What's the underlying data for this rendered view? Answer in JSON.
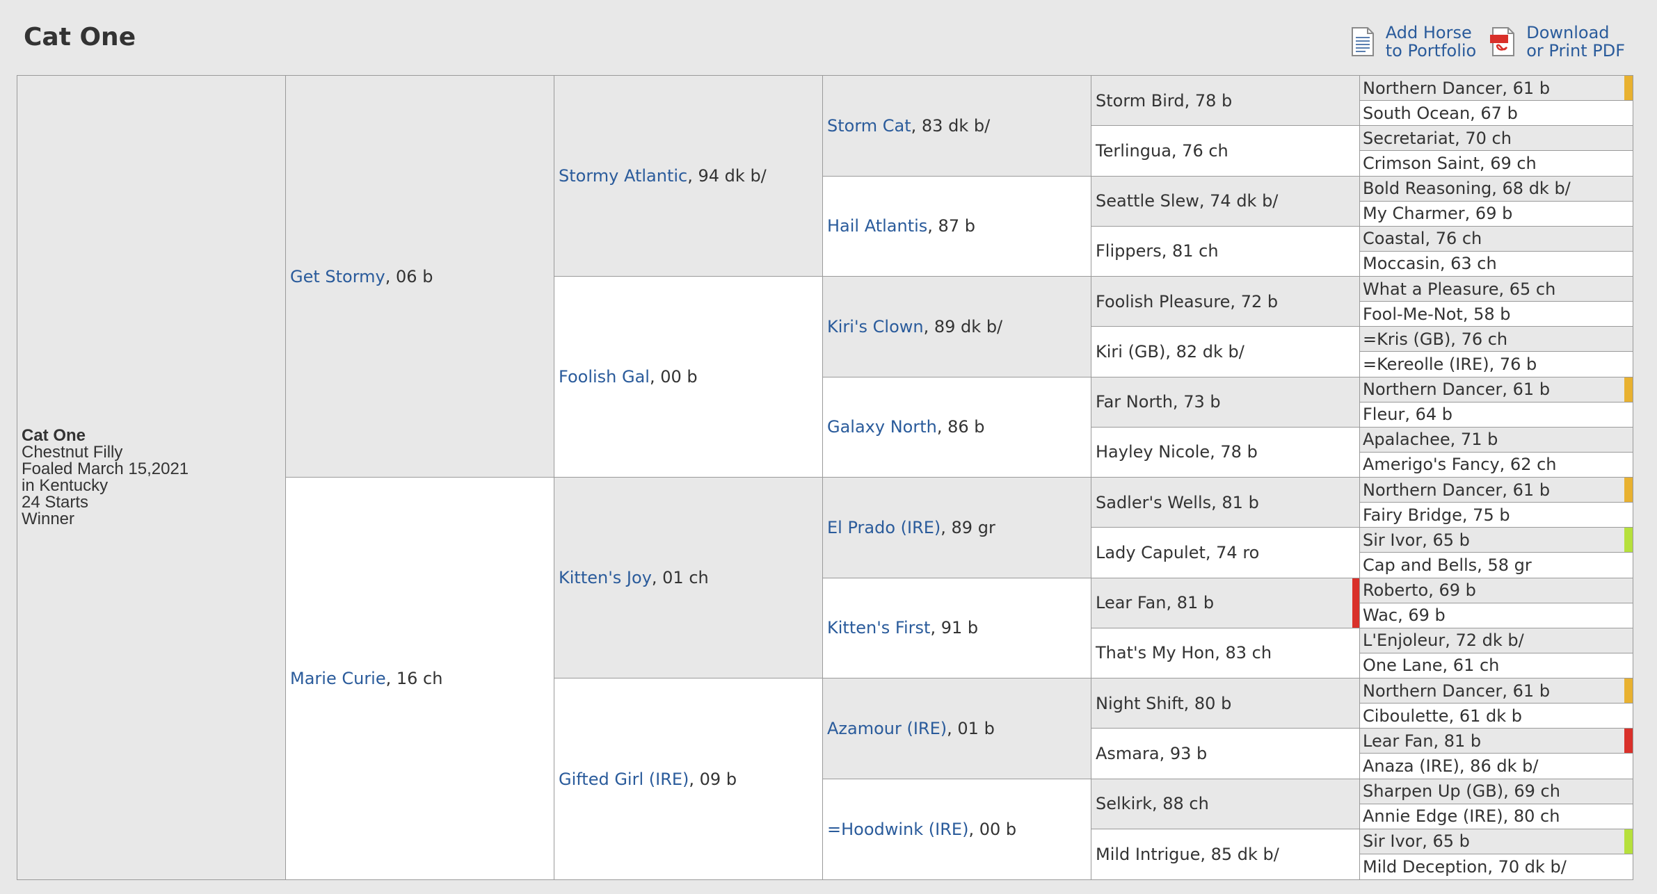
{
  "page": {
    "title": "Cat One"
  },
  "actions": [
    {
      "line1": "Add Horse",
      "line2": "to Portfolio",
      "icon": "document-list-icon"
    },
    {
      "line1": "Download",
      "line2": "or Print PDF",
      "icon": "pdf-icon"
    }
  ],
  "subject": {
    "name": "Cat One",
    "lines": [
      "Chestnut Filly",
      "Foaled March 15,2021",
      "in Kentucky",
      "24 Starts",
      "Winner"
    ]
  },
  "colors": {
    "orange": "#e8b130",
    "red": "#d9302a",
    "green": "#b6e03c",
    "link": "#2a5b9b"
  },
  "gen1": [
    {
      "name": "Get Stormy",
      "info": ", 06 b"
    },
    {
      "name": "Marie Curie",
      "info": ", 16 ch"
    }
  ],
  "gen2": [
    {
      "name": "Stormy Atlantic",
      "info": ", 94 dk b/"
    },
    {
      "name": "Foolish Gal",
      "info": ", 00 b"
    },
    {
      "name": "Kitten's Joy",
      "info": ", 01 ch"
    },
    {
      "name": "Gifted Girl (IRE)",
      "info": ", 09 b"
    }
  ],
  "gen3": [
    {
      "name": "Storm Cat",
      "info": ", 83 dk b/"
    },
    {
      "name": "Hail Atlantis",
      "info": ", 87 b"
    },
    {
      "name": "Kiri's Clown",
      "info": ", 89 dk b/"
    },
    {
      "name": "Galaxy North",
      "info": ", 86 b"
    },
    {
      "name": "El Prado (IRE)",
      "info": ", 89 gr"
    },
    {
      "name": "Kitten's First",
      "info": ", 91 b"
    },
    {
      "name": "Azamour (IRE)",
      "info": ", 01 b"
    },
    {
      "name": "=Hoodwink (IRE)",
      "info": ", 00 b"
    }
  ],
  "gen4": [
    "Storm Bird, 78 b",
    "Terlingua, 76 ch",
    "Seattle Slew, 74 dk b/",
    "Flippers, 81 ch",
    "Foolish Pleasure, 72 b",
    "Kiri (GB), 82 dk b/",
    "Far North, 73 b",
    "Hayley Nicole, 78 b",
    "Sadler's Wells, 81 b",
    "Lady Capulet, 74 ro",
    "Lear Fan, 81 b",
    "That's My Hon, 83 ch",
    "Night Shift, 80 b",
    "Asmara, 93 b",
    "Selkirk, 88 ch",
    "Mild Intrigue, 85 dk b/"
  ],
  "gen5": [
    "Northern Dancer, 61 b",
    "South Ocean, 67 b",
    "Secretariat, 70 ch",
    "Crimson Saint, 69 ch",
    "Bold Reasoning, 68 dk b/",
    "My Charmer, 69 b",
    "Coastal, 76 ch",
    "Moccasin, 63 ch",
    "What a Pleasure, 65 ch",
    "Fool-Me-Not, 58 b",
    "=Kris (GB), 76 ch",
    "=Kereolle (IRE), 76 b",
    "Northern Dancer, 61 b",
    "Fleur, 64 b",
    "Apalachee, 71 b",
    "Amerigo's Fancy, 62 ch",
    "Northern Dancer, 61 b",
    "Fairy Bridge, 75 b",
    "Sir Ivor, 65 b",
    "Cap and Bells, 58 gr",
    "Roberto, 69 b",
    "Wac, 69 b",
    "L'Enjoleur, 72 dk b/",
    "One Lane, 61 ch",
    "Northern Dancer, 61 b",
    "Ciboulette, 61 dk b",
    "Lear Fan, 81 b",
    "Anaza (IRE), 86 dk b/",
    "Sharpen Up (GB), 69 ch",
    "Annie Edge (IRE), 80 ch",
    "Sir Ivor, 65 b",
    "Mild Deception, 70 dk b/"
  ],
  "markers": {
    "gen5": {
      "0": "orange",
      "12": "orange",
      "16": "orange",
      "18": "green",
      "24": "orange",
      "26": "red",
      "30": "green"
    },
    "gen4": {
      "10": "red"
    }
  }
}
